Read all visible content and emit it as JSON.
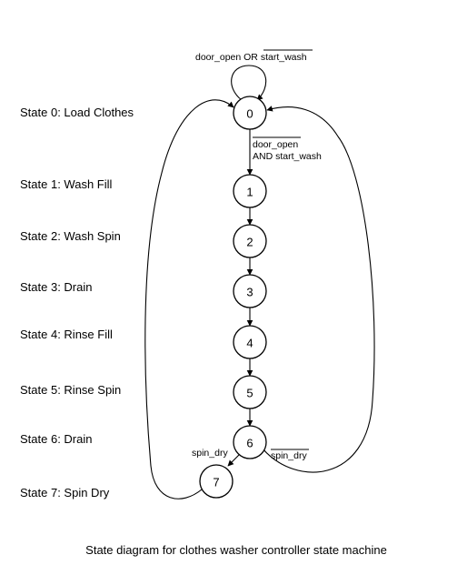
{
  "caption": "State diagram for clothes washer controller state machine",
  "state_labels": [
    "State 0: Load Clothes",
    "State 1: Wash Fill",
    "State 2: Wash Spin",
    "State 3: Drain",
    "State 4: Rinse Fill",
    "State 5: Rinse Spin",
    "State 6: Drain",
    "State 7: Spin Dry"
  ],
  "nodes": [
    "0",
    "1",
    "2",
    "3",
    "4",
    "5",
    "6",
    "7"
  ],
  "transitions": {
    "self_loop_0": {
      "part1": "door_open OR ",
      "part2": "start_wash",
      "overlined": "part2"
    },
    "edge_0_1": {
      "line1": "door_open",
      "line2": "AND start_wash",
      "overlined": "line1"
    },
    "edge_6_7": {
      "label": "spin_dry"
    },
    "edge_6_0": {
      "label": "spin_dry",
      "overlined": "label"
    }
  },
  "colors": {
    "stroke": "#000000",
    "background": "#ffffff"
  }
}
